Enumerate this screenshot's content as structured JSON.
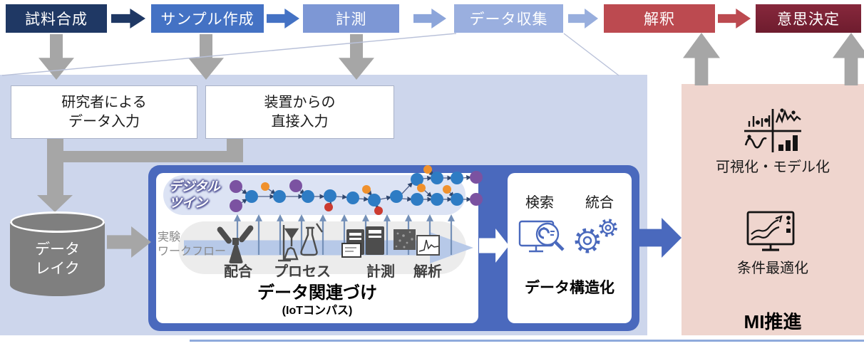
{
  "pipeline": {
    "steps": [
      {
        "label": "試料合成",
        "color": "#1F3864"
      },
      {
        "label": "サンプル作成",
        "color": "#4472C4"
      },
      {
        "label": "計測",
        "color": "#7D97D5"
      },
      {
        "label": "データ収集",
        "color": "#9AAFDF"
      },
      {
        "label": "解釈",
        "color": "#BC4A50"
      },
      {
        "label": "意思決定",
        "color": "#7A2134"
      }
    ]
  },
  "inputs": {
    "researcher_input": "研究者による\nデータ入力",
    "device_input": "装置からの\n直接入力"
  },
  "data_lake": {
    "label": "データ\nレイク"
  },
  "association": {
    "digital_twin_label": "デジタル\nツイン",
    "workflow_label": "実験\nワークフロー",
    "workflow_steps": [
      "配合",
      "プロセス",
      "計測",
      "解析"
    ],
    "title": "データ関連づけ",
    "subtitle": "(IoTコンパス)"
  },
  "structuring": {
    "search_label": "検索",
    "integration_label": "統合",
    "title": "データ構造化"
  },
  "mi": {
    "visualization_label": "可視化・モデル化",
    "optimization_label": "条件最適化",
    "title": "MI推進"
  },
  "colors": {
    "step1": "#1F3864",
    "step2": "#4472C4",
    "step3": "#7D97D5",
    "step4": "#9AAFDF",
    "step5": "#BC4A50",
    "step6": "#7A2134",
    "panel_left": "#CDD6EC",
    "panel_right": "#EFD5CE",
    "container_blue": "#4A69BD",
    "gray_arrow": "#A6A6A6",
    "workflow_arrow": "#B7C9E8",
    "node_blue": "#2E7CC4",
    "node_purple": "#7B52A1",
    "node_orange": "#F0912D",
    "node_red": "#CC3B30"
  }
}
